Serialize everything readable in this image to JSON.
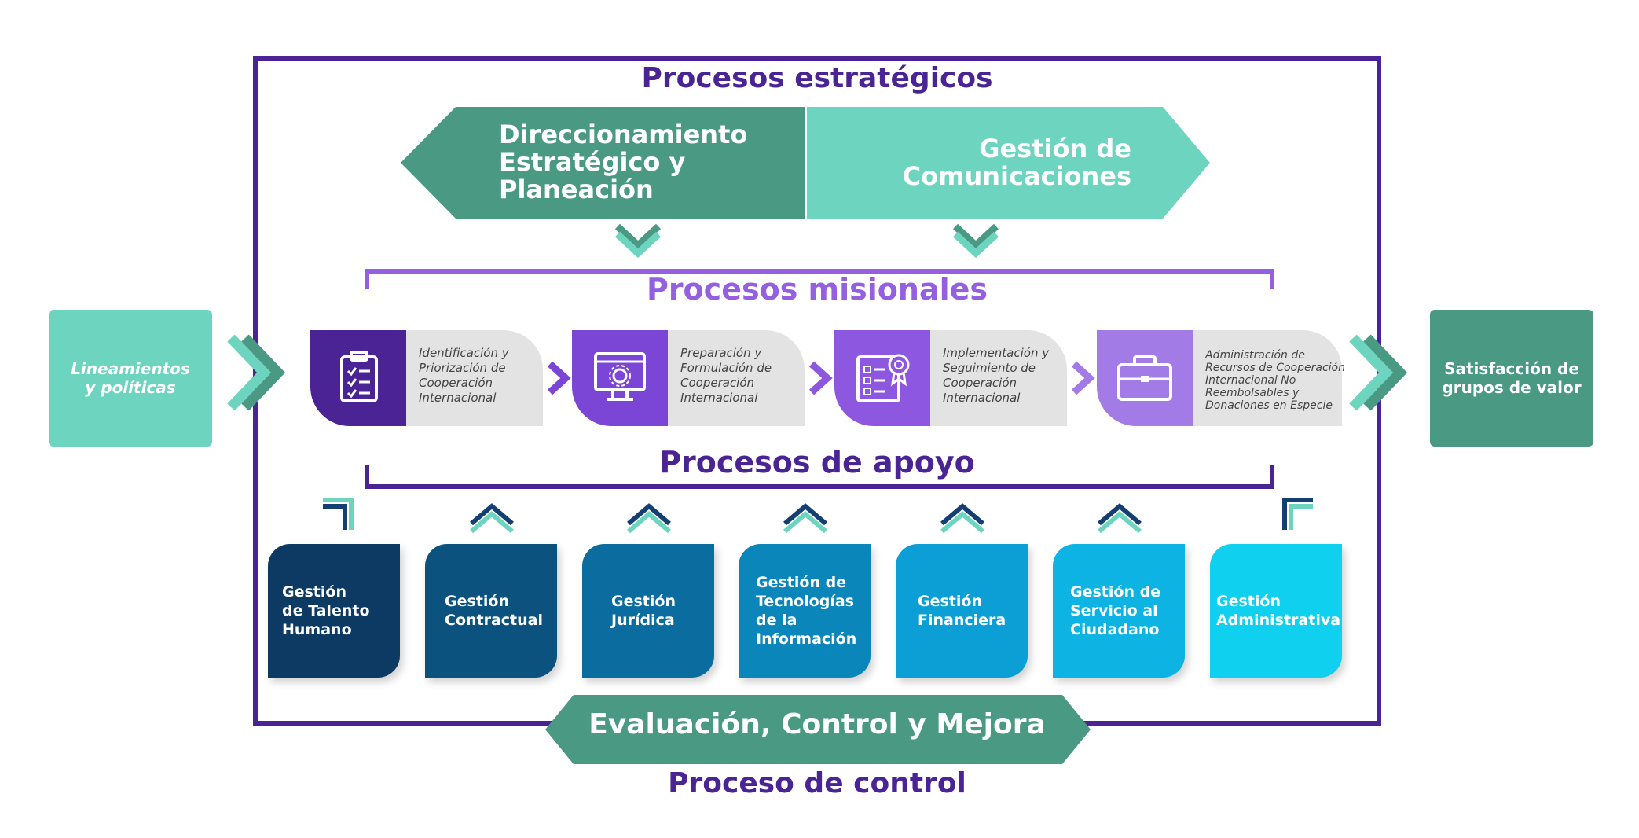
{
  "headings": {
    "strategic": "Procesos estratégicos",
    "missional": "Procesos misionales",
    "support": "Procesos de apoyo",
    "control": "Proceso de control"
  },
  "strategic": [
    {
      "label": "Direccionamiento\nEstratégico y\nPlaneación",
      "color": "#4a9a83"
    },
    {
      "label": "Gestión de\nComunicaciones",
      "color": "#6dd5bf"
    }
  ],
  "inputs": {
    "label": "Lineamientos\ny políticas",
    "color": "#6dd5bf"
  },
  "outputs": {
    "label": "Satisfacción de\ngrupos de valor",
    "color": "#4a9a83"
  },
  "missional": [
    {
      "label": "Identificación y\nPriorización de\nCooperación\nInternacional",
      "icon": "clipboard-checklist-icon",
      "color": "#4a2494"
    },
    {
      "label": "Preparación y\nFormulación de\nCooperación\nInternacional",
      "icon": "monitor-gear-icon",
      "color": "#7b45d6"
    },
    {
      "label": "Implementación y\nSeguimiento de\nCooperación\nInternacional",
      "icon": "certificate-document-icon",
      "color": "#8e57df"
    },
    {
      "label": "Administración de\nRecursos de Cooperación\nInternacional No\nReembolsables y\nDonaciones en Especie",
      "icon": "briefcase-icon",
      "color": "#a27be6"
    }
  ],
  "support": [
    {
      "label": "Gestión\nde Talento\nHumano",
      "color": "#0d3a63"
    },
    {
      "label": "Gestión\nContractual",
      "color": "#0c527f"
    },
    {
      "label": "Gestión\nJurídica",
      "color": "#0a6c9f"
    },
    {
      "label": "Gestión de\nTecnologías\nde la\nInformación",
      "color": "#0a86bb"
    },
    {
      "label": "Gestión\nFinanciera",
      "color": "#0b9fd6"
    },
    {
      "label": "Gestión de\nServicio al\nCiudadano",
      "color": "#0db3e3"
    },
    {
      "label": "Gestión\nAdministrativa",
      "color": "#0fd0ef"
    }
  ],
  "control": {
    "label": "Evaluación, Control y Mejora",
    "color": "#4a9a83"
  },
  "colors": {
    "frame": "#4a2494",
    "missional_accent": "#9460e0",
    "teal_dark": "#4a9a83",
    "teal_light": "#6dd5bf",
    "chevron_navy": "#143f73"
  }
}
